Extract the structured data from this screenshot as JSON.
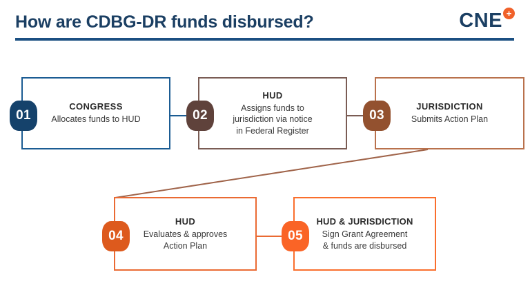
{
  "header": {
    "title": "How are CDBG-DR funds disbursed?",
    "brand_text": "CNE",
    "brand_plus_glyph": "+",
    "rule_color": "#1b4f82",
    "title_color": "#1b3f63",
    "accent_color": "#f0612a"
  },
  "flow": {
    "steps": [
      {
        "number": "01",
        "title": "CONGRESS",
        "description": "Allocates funds to HUD",
        "border_color": "#1b5c93",
        "badge_color": "#15426b"
      },
      {
        "number": "02",
        "title": "HUD",
        "description": "Assigns funds to\njurisdiction via notice\nin Federal Register",
        "border_color": "#7a5c54",
        "badge_color": "#5f423b"
      },
      {
        "number": "03",
        "title": "JURISDICTION",
        "description": "Submits Action Plan",
        "border_color": "#b9714c",
        "badge_color": "#93512f"
      },
      {
        "number": "04",
        "title": "HUD",
        "description": "Evaluates & approves\nAction Plan",
        "border_color": "#ea6a33",
        "badge_color": "#dd5a1d"
      },
      {
        "number": "05",
        "title": "HUD & JURISDICTION",
        "description": "Sign Grant Agreement\n& funds are disbursed",
        "border_color": "#fa6e2c",
        "badge_color": "#fa6426"
      }
    ],
    "connectors": [
      {
        "from": "01",
        "to": "02",
        "color": "#1b5c93",
        "style": "straight"
      },
      {
        "from": "02",
        "to": "03",
        "color": "#7a5c54",
        "style": "straight"
      },
      {
        "from": "03",
        "to": "04",
        "color": "#a0644a",
        "style": "diagonal"
      },
      {
        "from": "04",
        "to": "05",
        "color": "#ea6a33",
        "style": "straight"
      }
    ]
  }
}
